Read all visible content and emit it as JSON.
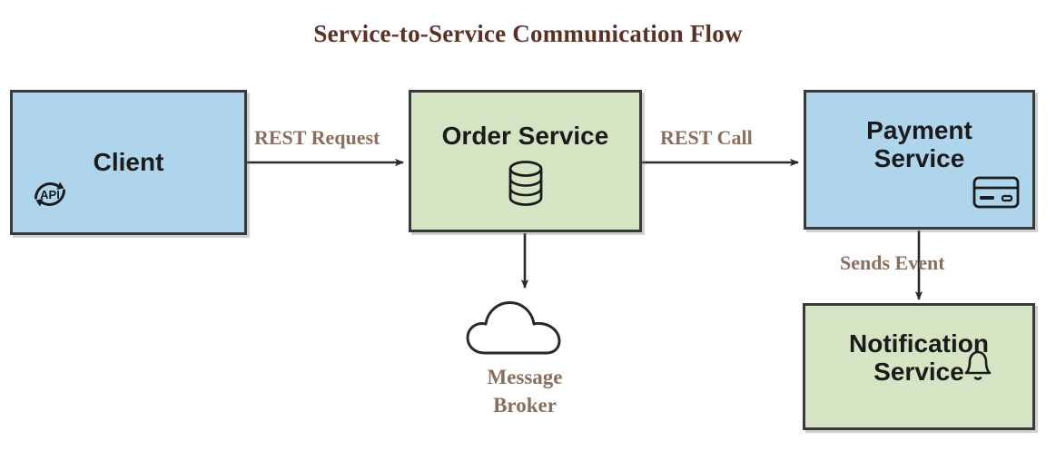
{
  "diagram": {
    "title": "Service-to-Service Communication Flow",
    "title_color": "#5C3023",
    "label_color": "#8B6F5E",
    "colors": {
      "blue_fill": "#AED5EB",
      "green_fill": "#D5E5C3",
      "stroke": "#3a3a3a",
      "background": "#ffffff"
    },
    "nodes": [
      {
        "id": "client",
        "label": "Client",
        "shape": "rectangle",
        "fill": "blue",
        "icon": "api-sync-icon",
        "icon_text": "API"
      },
      {
        "id": "order",
        "label": "Order Service",
        "shape": "rectangle",
        "fill": "green",
        "icon": "database-icon"
      },
      {
        "id": "payment",
        "label": "Payment\nService",
        "shape": "rectangle",
        "fill": "blue",
        "icon": "credit-card-icon"
      },
      {
        "id": "notification",
        "label": "Notification\nService",
        "shape": "rectangle",
        "fill": "green",
        "icon": "bell-icon"
      },
      {
        "id": "broker",
        "label": "Message\nBroker",
        "shape": "cloud",
        "fill": "white",
        "icon": "cloud-icon"
      }
    ],
    "edges": [
      {
        "id": "client-order",
        "from": "client",
        "to": "order",
        "label": "REST Request",
        "direction": "right"
      },
      {
        "id": "order-payment",
        "from": "order",
        "to": "payment",
        "label": "REST Call",
        "direction": "right"
      },
      {
        "id": "order-broker",
        "from": "order",
        "to": "broker",
        "label": "",
        "direction": "down"
      },
      {
        "id": "payment-notification",
        "from": "payment",
        "to": "notification",
        "label": "Sends Event",
        "direction": "down"
      }
    ]
  }
}
